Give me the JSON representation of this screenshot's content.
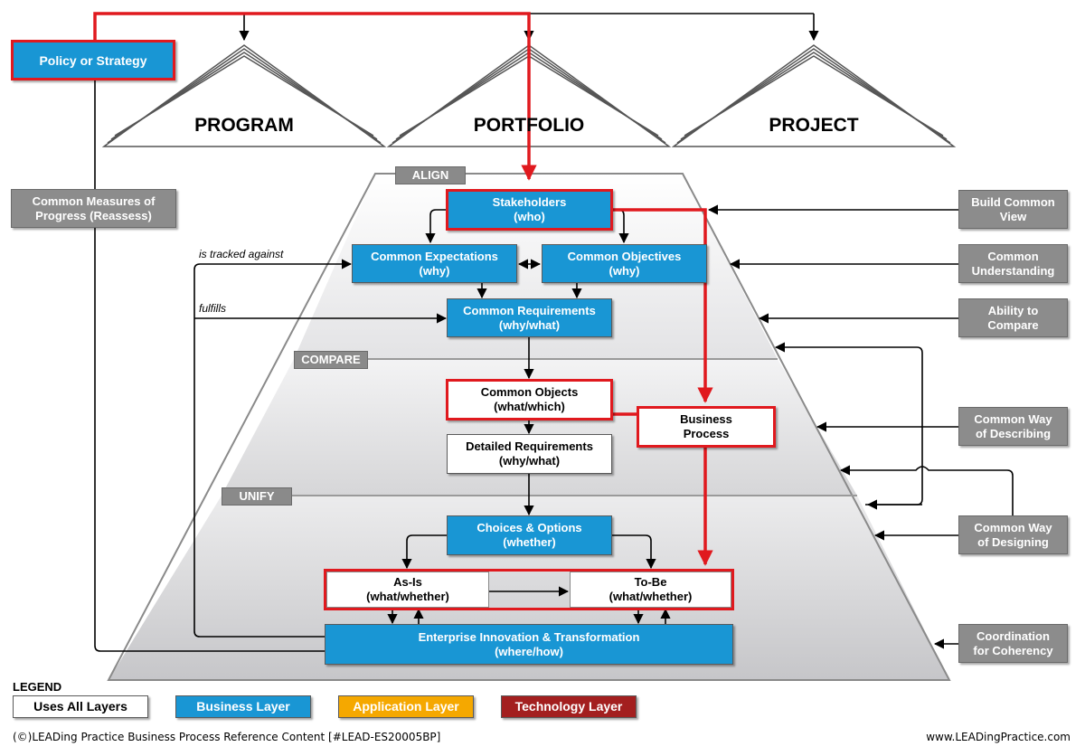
{
  "policy_box": "Policy or Strategy",
  "houses": [
    "PROGRAM",
    "PORTFOLIO",
    "PROJECT"
  ],
  "layers": {
    "align": "ALIGN",
    "compare": "COMPARE",
    "unify": "UNIFY"
  },
  "nodes": {
    "stakeholders": [
      "Stakeholders",
      "(who)"
    ],
    "common_expectations": [
      "Common Expectations",
      "(why)"
    ],
    "common_objectives": [
      "Common Objectives",
      "(why)"
    ],
    "common_requirements": [
      "Common Requirements",
      "(why/what)"
    ],
    "common_objects": [
      "Common Objects",
      "(what/which)"
    ],
    "business_process": [
      "Business",
      "Process"
    ],
    "detailed_requirements": [
      "Detailed Requirements",
      "(why/what)"
    ],
    "choices_options": [
      "Choices & Options",
      "(whether)"
    ],
    "as_is": [
      "As-Is",
      "(what/whether)"
    ],
    "to_be": [
      "To-Be",
      "(what/whether)"
    ],
    "enterprise": [
      "Enterprise Innovation & Transformation",
      "(where/how)"
    ]
  },
  "left_box": [
    "Common Measures of",
    "Progress (Reassess)"
  ],
  "right_boxes": {
    "build_common_view": [
      "Build Common",
      "View"
    ],
    "common_understanding": [
      "Common",
      "Understanding"
    ],
    "ability_to_compare": [
      "Ability to",
      "Compare"
    ],
    "common_way_describing": [
      "Common Way",
      "of Describing"
    ],
    "common_way_designing": [
      "Common Way",
      "of Designing"
    ],
    "coordination": [
      "Coordination",
      "for Coherency"
    ]
  },
  "labels": {
    "tracked": "is tracked against",
    "fulfills": "fulfills"
  },
  "legend": {
    "title": "LEGEND",
    "items": [
      "Uses All Layers",
      "Business Layer",
      "Application Layer",
      "Technology Layer"
    ]
  },
  "footer": {
    "left": "(©)LEADing Practice Business Process Reference Content [#LEAD-ES20005BP]",
    "right": "www.LEADingPractice.com"
  },
  "colors": {
    "business_blue": "#1996d4",
    "highlight_red": "#e0191e",
    "application_orange": "#f5a800",
    "technology_red": "#a31f1f",
    "grey": "#8c8c8c"
  }
}
